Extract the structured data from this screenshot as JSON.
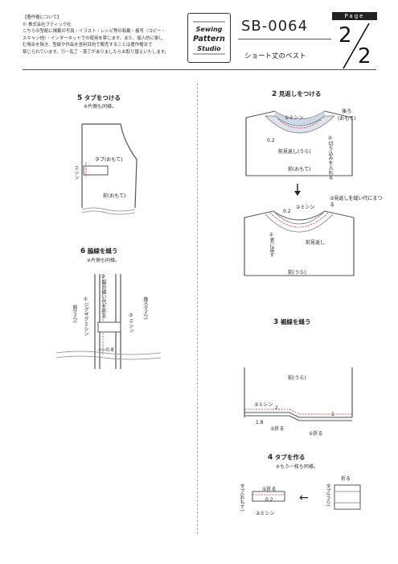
{
  "header": {
    "copyright_lines": [
      "【著作権について】",
      "© 株式会社ブティック社",
      "こちらの型紙に掲載の写真・イラスト・レシピ等の転載・複写（コピー・",
      "スキャン他）・インターネットでの使用を禁じます。また、個人的に楽し",
      "む場合を除き、型紙や作品を営利目的で販売することは著作権法で",
      "禁じられています。万一乱丁・落丁がありましたらお取り替えいたします。"
    ],
    "logo_text": [
      "Sewing",
      "Pattern",
      "Studio"
    ],
    "code": "SB-0064",
    "subtitle": "ショート丈のベスト",
    "page_label": "Page",
    "page_current": "2",
    "page_total": "2"
  },
  "step5": {
    "number": "5",
    "title": "タブをつける",
    "note": "※片側も同様。",
    "labels": {
      "tab": "タブ(おもて)",
      "sewing": "ミシン",
      "front": "前(おもて)"
    }
  },
  "step6": {
    "number": "6",
    "title": "脇線を縫う",
    "note": "※片側も同様。",
    "labels": {
      "fold": "②脇の縫い代を折る",
      "zigzag": "①ジグザグミシン",
      "front": "前(うら)",
      "back": "後ろ(うら)",
      "sewing": "③ミシン",
      "measure": "0.8"
    }
  },
  "step2": {
    "number": "2",
    "title": "見返しをつける",
    "labels": {
      "sewing1": "①ミシン",
      "back": "後ろ\n(おもて)",
      "clip": "②切り込みを入れる",
      "measure": "0.2",
      "facing_back": "前見返し(うら)",
      "front_face": "前(おもて)",
      "sewing2": "②ミシン",
      "blind": "③見返しを縫い代にまつる",
      "facing": "前見返し",
      "turn": "①表に返す",
      "front_back": "前(うら)",
      "measure2": "0.2"
    }
  },
  "step3": {
    "number": "3",
    "title": "裾線を縫う",
    "labels": {
      "front": "前(うら)",
      "sewing": "③ミシン",
      "measure1": "2",
      "measure2": "1.8",
      "fold2": "②折る",
      "fold1": "①折る",
      "mark": "1"
    }
  },
  "step4": {
    "number": "4",
    "title": "タブを作る",
    "note": "※もう一枚も同様。",
    "labels": {
      "fold": "折る",
      "fold1": "①折る",
      "measure": "0.2",
      "sewing": "②ミシン",
      "tab_face": "タブ(おもて)",
      "tab_back": "タブ(うら)",
      "arrow": "←"
    }
  }
}
